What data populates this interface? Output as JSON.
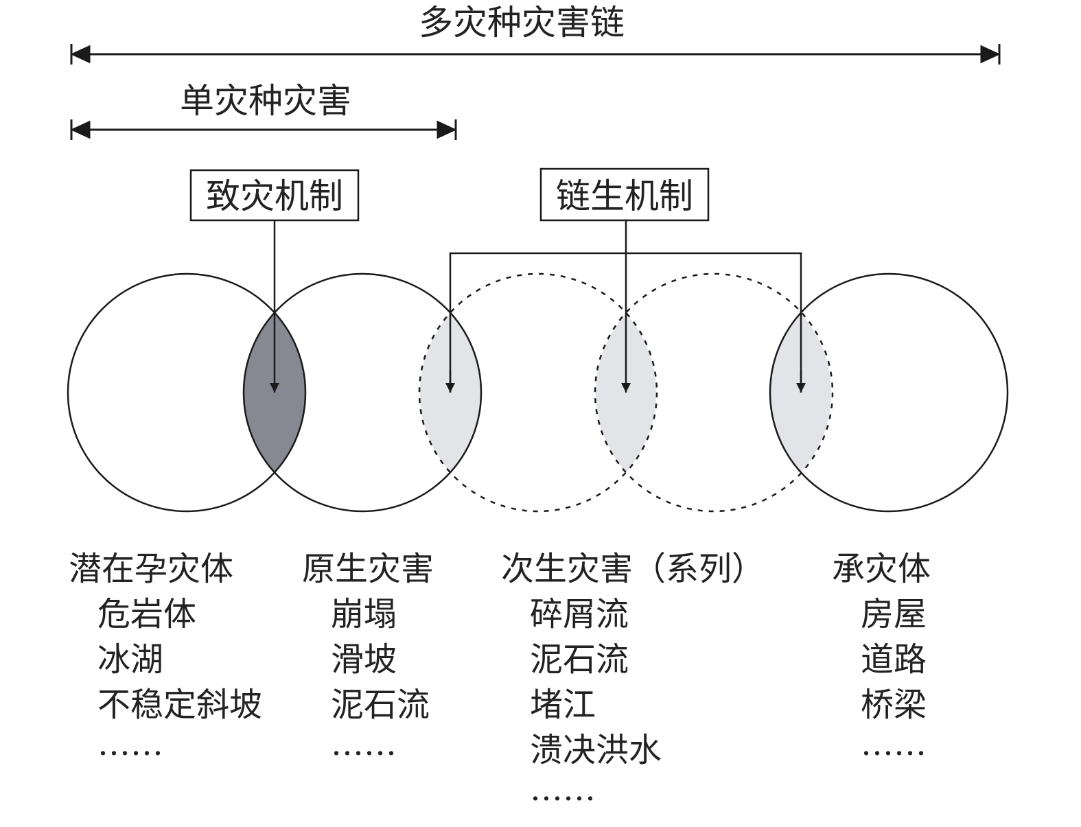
{
  "title": "多灾种灾害链",
  "subtitle": "单灾种灾害",
  "mechanisms": {
    "cause": "致灾机制",
    "chain": "链生机制"
  },
  "colors": {
    "dark_lens": "#868991",
    "light_lens": "#e3e4e8",
    "stroke": "#1a1a1a"
  },
  "columns": [
    {
      "header": "潜在孕灾体",
      "items": [
        "危岩体",
        "冰湖",
        "不稳定斜坡",
        "……"
      ]
    },
    {
      "header": "原生灾害",
      "items": [
        "崩塌",
        "滑坡",
        "泥石流",
        "……"
      ]
    },
    {
      "header": "次生灾害（系列）",
      "items": [
        "碎屑流",
        "泥石流",
        "堵江",
        "溃决洪水",
        "……"
      ]
    },
    {
      "header": "承灾体",
      "items": [
        "房屋",
        "道路",
        "桥梁",
        "……"
      ]
    }
  ]
}
